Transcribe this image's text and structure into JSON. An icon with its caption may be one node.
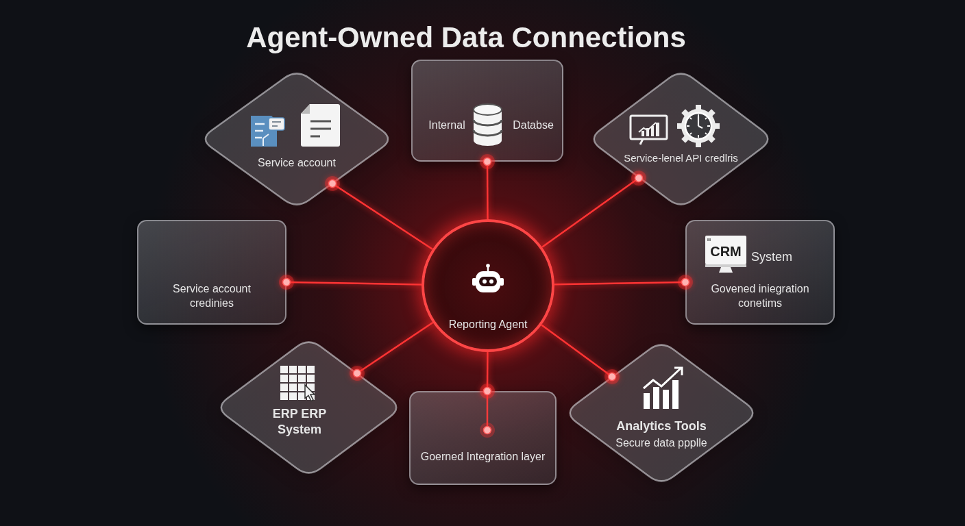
{
  "diagram": {
    "title": "Agent-Owned Data Connections",
    "nodes": [
      {
        "text": [
          "Service account"
        ]
      },
      {
        "text": [
          "Internal",
          "Databse"
        ]
      },
      {
        "text": [
          "Service-lenel API credlris"
        ]
      },
      {
        "text": [
          "Service account credinies"
        ]
      },
      {
        "text": [
          "Reporting Agent"
        ]
      },
      {
        "text": [
          "CRM",
          "System",
          "Govened iniegration conetims"
        ]
      },
      {
        "text": [
          "ERP ERP System"
        ]
      },
      {
        "text": [
          "Goerned Integration layer"
        ]
      },
      {
        "text": [
          "Analytics Tools",
          "Secure data ppplle"
        ]
      }
    ],
    "edges": [
      {
        "from": 4,
        "to": 0,
        "arrow": "other"
      },
      {
        "from": 4,
        "to": 1,
        "arrow": "other"
      },
      {
        "from": 4,
        "to": 2,
        "arrow": "other"
      },
      {
        "from": 4,
        "to": 3,
        "arrow": "other"
      },
      {
        "from": 4,
        "to": 5,
        "arrow": "other"
      },
      {
        "from": 4,
        "to": 6,
        "arrow": "other"
      },
      {
        "from": 4,
        "to": 7,
        "arrow": "other"
      },
      {
        "from": 4,
        "to": 8,
        "arrow": "other"
      }
    ]
  }
}
